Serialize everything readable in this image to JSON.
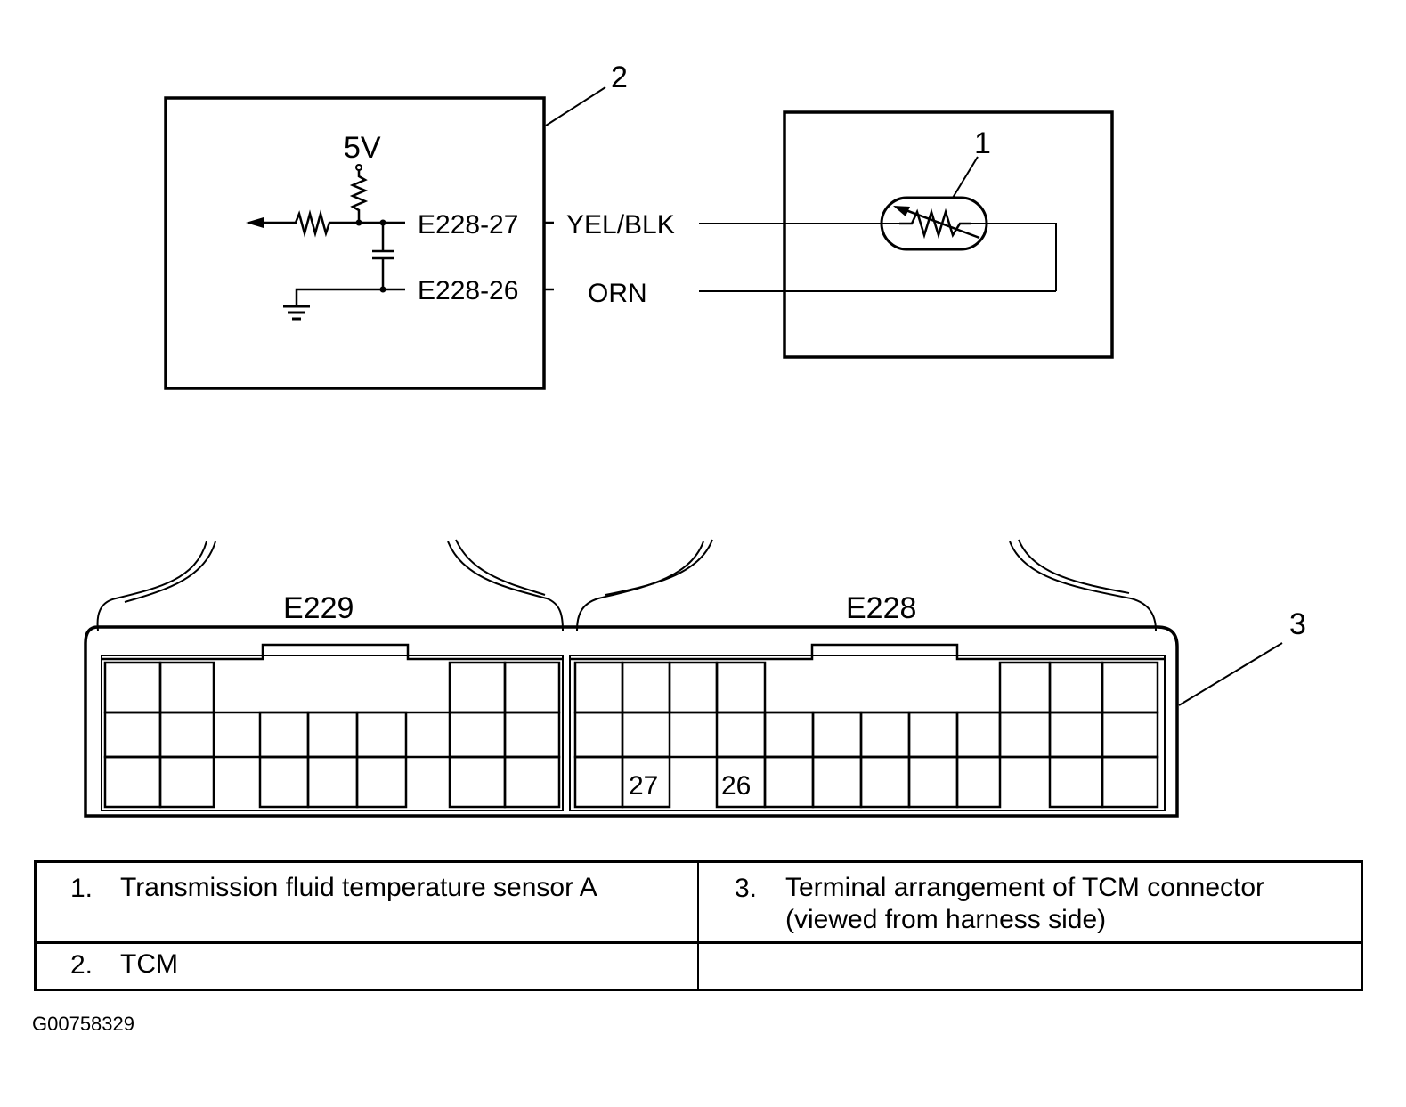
{
  "callouts": {
    "tcm": "2",
    "sensor": "1",
    "connector": "3"
  },
  "tcm_box": {
    "supply_voltage": "5V",
    "pin_signal": "E228-27",
    "pin_ground": "E228-26"
  },
  "wires": {
    "signal_color": "YEL/BLK",
    "ground_color": "ORN"
  },
  "connector": {
    "left_name": "E229",
    "right_name": "E228",
    "pin_labels": [
      "27",
      "26"
    ]
  },
  "legend": {
    "items": [
      {
        "num": "1.",
        "text": "Transmission fluid temperature sensor A"
      },
      {
        "num": "3.",
        "text": "Terminal arrangement of TCM connector (viewed from harness side)"
      },
      {
        "num": "2.",
        "text": "TCM"
      }
    ]
  },
  "figure_id": "G00758329"
}
